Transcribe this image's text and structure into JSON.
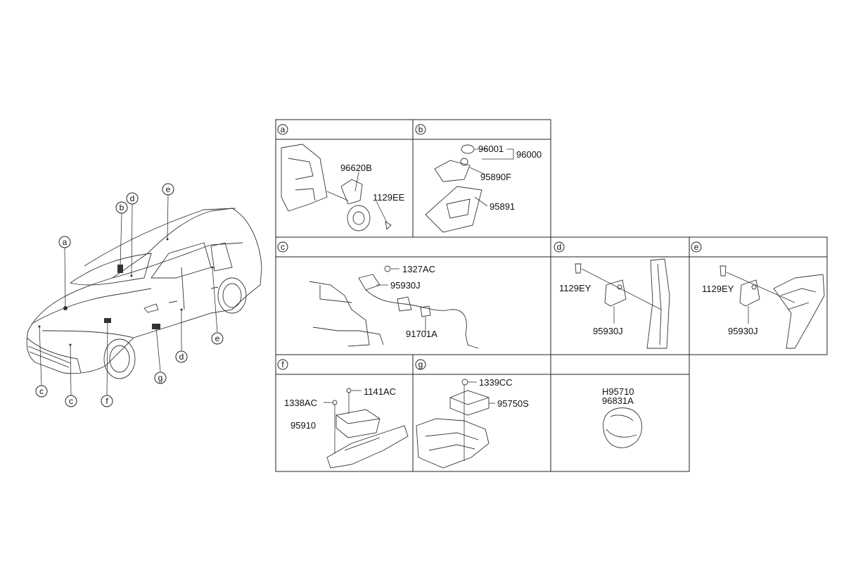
{
  "callouts": {
    "a": "a",
    "b": "b",
    "c": "c",
    "d": "d",
    "e": "e",
    "f": "f",
    "g": "g"
  },
  "panels": {
    "a": {
      "tag": "a",
      "parts": [
        "96620B",
        "1129EE"
      ]
    },
    "b": {
      "tag": "b",
      "parts": [
        "96001",
        "96000",
        "95890F",
        "95891"
      ]
    },
    "c": {
      "tag": "c",
      "parts": [
        "1327AC",
        "95930J",
        "91701A"
      ]
    },
    "d": {
      "tag": "d",
      "parts": [
        "1129EY",
        "95930J"
      ]
    },
    "e": {
      "tag": "e",
      "parts": [
        "1129EY",
        "95930J"
      ]
    },
    "f": {
      "tag": "f",
      "parts": [
        "1141AC",
        "1338AC",
        "95910"
      ]
    },
    "g": {
      "tag": "g",
      "parts": [
        "1339CC",
        "95750S"
      ]
    },
    "h": {
      "parts": [
        "H95710",
        "96831A"
      ]
    }
  }
}
